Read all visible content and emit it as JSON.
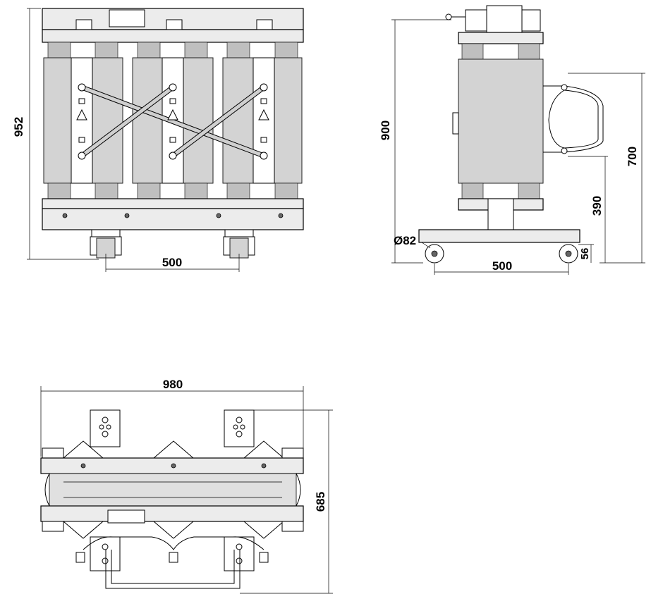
{
  "front_view": {
    "height_label": "952",
    "wheel_spacing_label": "500"
  },
  "side_view": {
    "height_label": "900",
    "handle_top_label": "700",
    "handle_bottom_label": "390",
    "wheel_diameter_label": "Ø82",
    "wheel_height_label": "56",
    "wheel_spacing_label": "500"
  },
  "top_view": {
    "width_label": "980",
    "depth_label": "685"
  },
  "colors": {
    "line": "#000000",
    "coil_fill": "#d3d3d3",
    "frame_fill": "#ececec"
  }
}
